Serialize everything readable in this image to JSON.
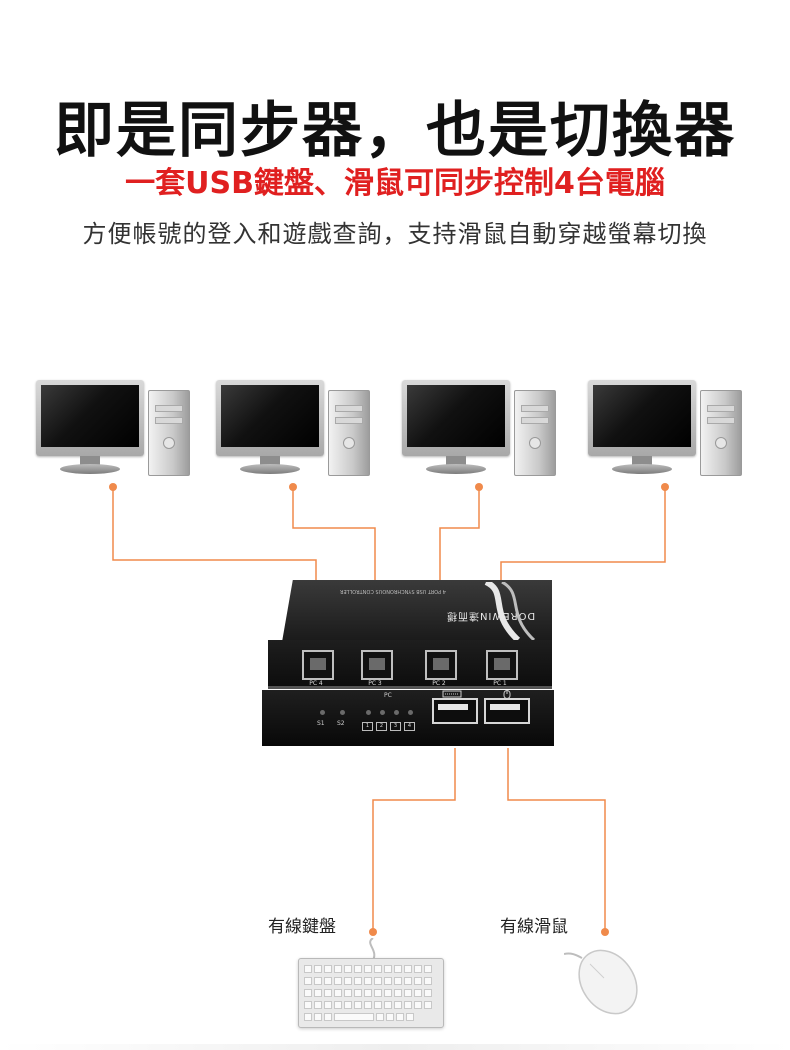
{
  "headline": "即是同步器，也是切換器",
  "subheadline": "一套USB鍵盤、滑鼠可同步控制4台電腦",
  "description": "方便帳號的登入和遊戲查詢，支持滑鼠自動穿越螢幕切換",
  "device": {
    "brand": "DOREWIN達而穩",
    "controller_text": "4 PORT USB SYNCHRONOUS CONTROLLER",
    "ports": [
      "PC 4",
      "PC 3",
      "PC 2",
      "PC 1"
    ],
    "pc_group_label": "PC",
    "pc_numbers": [
      "1",
      "2",
      "3",
      "4"
    ],
    "status_labels": [
      "S1",
      "S2"
    ]
  },
  "peripherals": {
    "keyboard_label": "有線鍵盤",
    "mouse_label": "有線滑鼠"
  },
  "colors": {
    "headline": "#111111",
    "subheadline": "#e02020",
    "wire": "#f08a4b"
  }
}
